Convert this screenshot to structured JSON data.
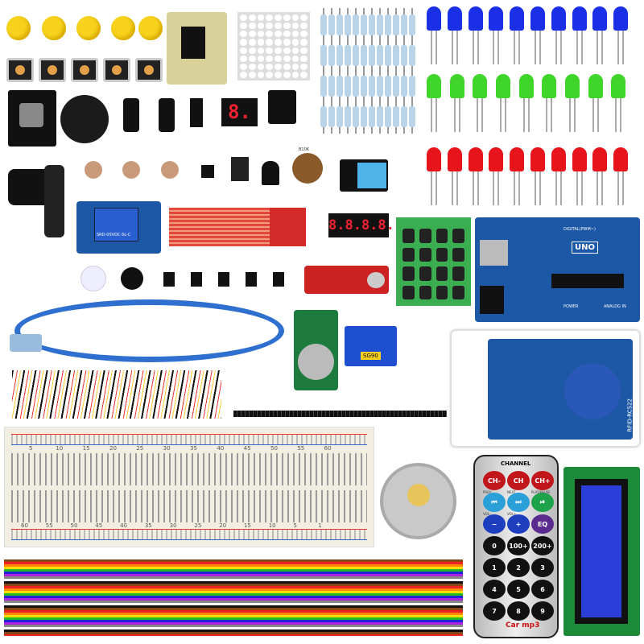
{
  "colors": {
    "led_blue": "#1a2fe6",
    "led_green": "#3fd52a",
    "led_red": "#e8141b",
    "arduino": "#1c58a6",
    "cap": "#f7d21c",
    "cable": "#2f6fd0"
  },
  "led_counts": {
    "blue": 10,
    "green": 9,
    "red": 10
  },
  "displays": {
    "single": "8.",
    "quad": "8.8.8.8."
  },
  "relay": {
    "label": "SRD-05VDC-SL-C"
  },
  "servo": {
    "label": "SG90"
  },
  "arduino": {
    "label": "UNO",
    "digital": "DIGITAL(PWM~)",
    "analog": "ANALOG IN",
    "power": "POWER"
  },
  "rfid": {
    "label": "RFID-RC522"
  },
  "potentiometer": {
    "label": "B10K"
  },
  "breadboard": {
    "top_numbers": [
      "5",
      "10",
      "15",
      "20",
      "25",
      "30",
      "35",
      "40",
      "45",
      "50",
      "55",
      "60"
    ],
    "bottom_numbers": [
      "60",
      "55",
      "50",
      "45",
      "40",
      "35",
      "30",
      "25",
      "20",
      "15",
      "10",
      "5",
      "1"
    ]
  },
  "remote": {
    "header": "CHANNEL",
    "small_labels": [
      "PREV",
      "NEXT",
      "PLAY/PAUSE",
      "VOL-",
      "VOL+"
    ],
    "buttons": [
      {
        "label": "CH-",
        "color": "#c0161c"
      },
      {
        "label": "CH",
        "color": "#c0161c"
      },
      {
        "label": "CH+",
        "color": "#c0161c"
      },
      {
        "label": "⏮",
        "color": "#2a9fd8"
      },
      {
        "label": "⏭",
        "color": "#2a9fd8"
      },
      {
        "label": "⏯",
        "color": "#1fa34a"
      },
      {
        "label": "−",
        "color": "#1d3fbf"
      },
      {
        "label": "+",
        "color": "#1d3fbf"
      },
      {
        "label": "EQ",
        "color": "#5a2a8f"
      },
      {
        "label": "0",
        "color": "#111"
      },
      {
        "label": "100+",
        "color": "#111"
      },
      {
        "label": "200+",
        "color": "#111"
      },
      {
        "label": "1",
        "color": "#111"
      },
      {
        "label": "2",
        "color": "#111"
      },
      {
        "label": "3",
        "color": "#111"
      },
      {
        "label": "4",
        "color": "#111"
      },
      {
        "label": "5",
        "color": "#111"
      },
      {
        "label": "6",
        "color": "#111"
      },
      {
        "label": "7",
        "color": "#111"
      },
      {
        "label": "8",
        "color": "#111"
      },
      {
        "label": "9",
        "color": "#111"
      }
    ],
    "brand": "Car mp3"
  }
}
